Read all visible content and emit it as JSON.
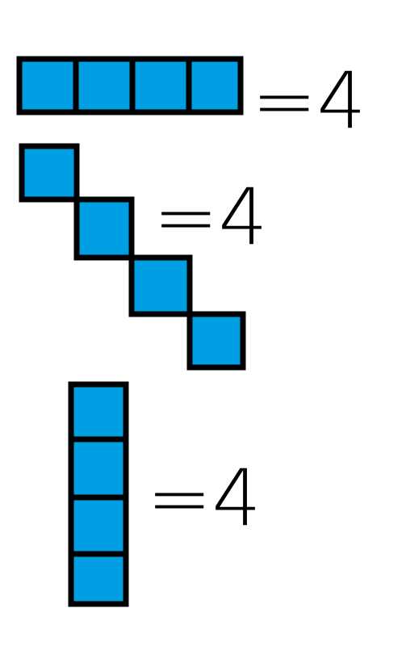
{
  "colors": {
    "square_fill": "#009fe3",
    "outline": "#000000",
    "background": "#ffffff"
  },
  "arrangements": [
    {
      "id": "horizontal",
      "squares": 4,
      "label": "=4"
    },
    {
      "id": "diagonal",
      "squares": 4,
      "label": "=4"
    },
    {
      "id": "vertical",
      "squares": 4,
      "label": "=4"
    }
  ]
}
